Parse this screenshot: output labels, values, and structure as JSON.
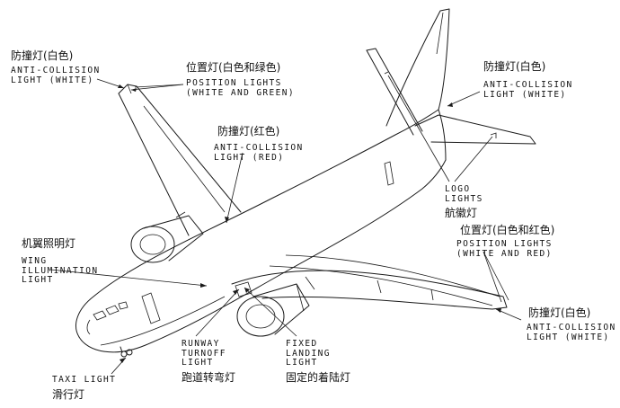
{
  "labels": {
    "left_wingtip_anticollision": {
      "cn": "防撞灯(白色)",
      "en": [
        "ANTI-COLLISION",
        "LIGHT (WHITE)"
      ]
    },
    "left_position": {
      "cn": "位置灯(白色和绿色)",
      "en": [
        "POSITION LIGHTS",
        "(WHITE AND GREEN)"
      ]
    },
    "fuselage_anticollision_red": {
      "cn": "防撞灯(红色)",
      "en": [
        "ANTI-COLLISION",
        "LIGHT (RED)"
      ]
    },
    "tail_anticollision": {
      "cn": "防撞灯(白色)",
      "en": [
        "ANTI-COLLISION",
        "LIGHT (WHITE)"
      ]
    },
    "logo_lights": {
      "cn": "航徽灯",
      "en": [
        "LOGO",
        "LIGHTS"
      ]
    },
    "wing_illumination": {
      "cn": "机翼照明灯",
      "en": [
        "WING",
        "ILLUMINATION",
        "LIGHT"
      ]
    },
    "right_position": {
      "cn": "位置灯(白色和红色)",
      "en": [
        "POSITION LIGHTS",
        "(WHITE AND RED)"
      ]
    },
    "right_wingtip_anticollision": {
      "cn": "防撞灯(白色)",
      "en": [
        "ANTI-COLLISION",
        "LIGHT (WHITE)"
      ]
    },
    "runway_turnoff": {
      "cn": "跑道转弯灯",
      "en": [
        "RUNWAY",
        "TURNOFF",
        "LIGHT"
      ]
    },
    "fixed_landing": {
      "cn": "固定的着陆灯",
      "en": [
        "FIXED",
        "LANDING",
        "LIGHT"
      ]
    },
    "taxi_light": {
      "cn": "滑行灯",
      "en": [
        "TAXI LIGHT"
      ]
    }
  }
}
